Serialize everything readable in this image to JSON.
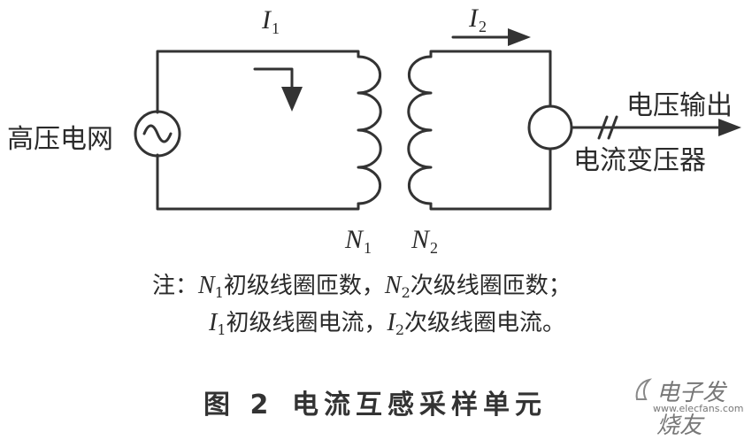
{
  "diagram": {
    "source_label": "高压电网",
    "output_label": "电压输出",
    "ct_label": "电流变压器",
    "i1": {
      "letter": "I",
      "sub": "1"
    },
    "i2": {
      "letter": "I",
      "sub": "2"
    },
    "n1": {
      "letter": "N",
      "sub": "1"
    },
    "n2": {
      "letter": "N",
      "sub": "2"
    }
  },
  "note": {
    "prefix": "注：",
    "line1_n1": "N",
    "line1_n1_sub": "1",
    "line1_n1_text": "初级线圈匝数，",
    "line1_n2": "N",
    "line1_n2_sub": "2",
    "line1_n2_text": "次级线圈匝数；",
    "line2_i1": "I",
    "line2_i1_sub": "1",
    "line2_i1_text": "初级线圈电流，",
    "line2_i2": "I",
    "line2_i2_sub": "2",
    "line2_i2_text": "次级线圈电流。"
  },
  "caption": {
    "figure_no": "图 2",
    "title": "电流互感采样单元"
  },
  "watermark": {
    "brand": "电子发烧友",
    "url": "www.elecfans.com"
  }
}
